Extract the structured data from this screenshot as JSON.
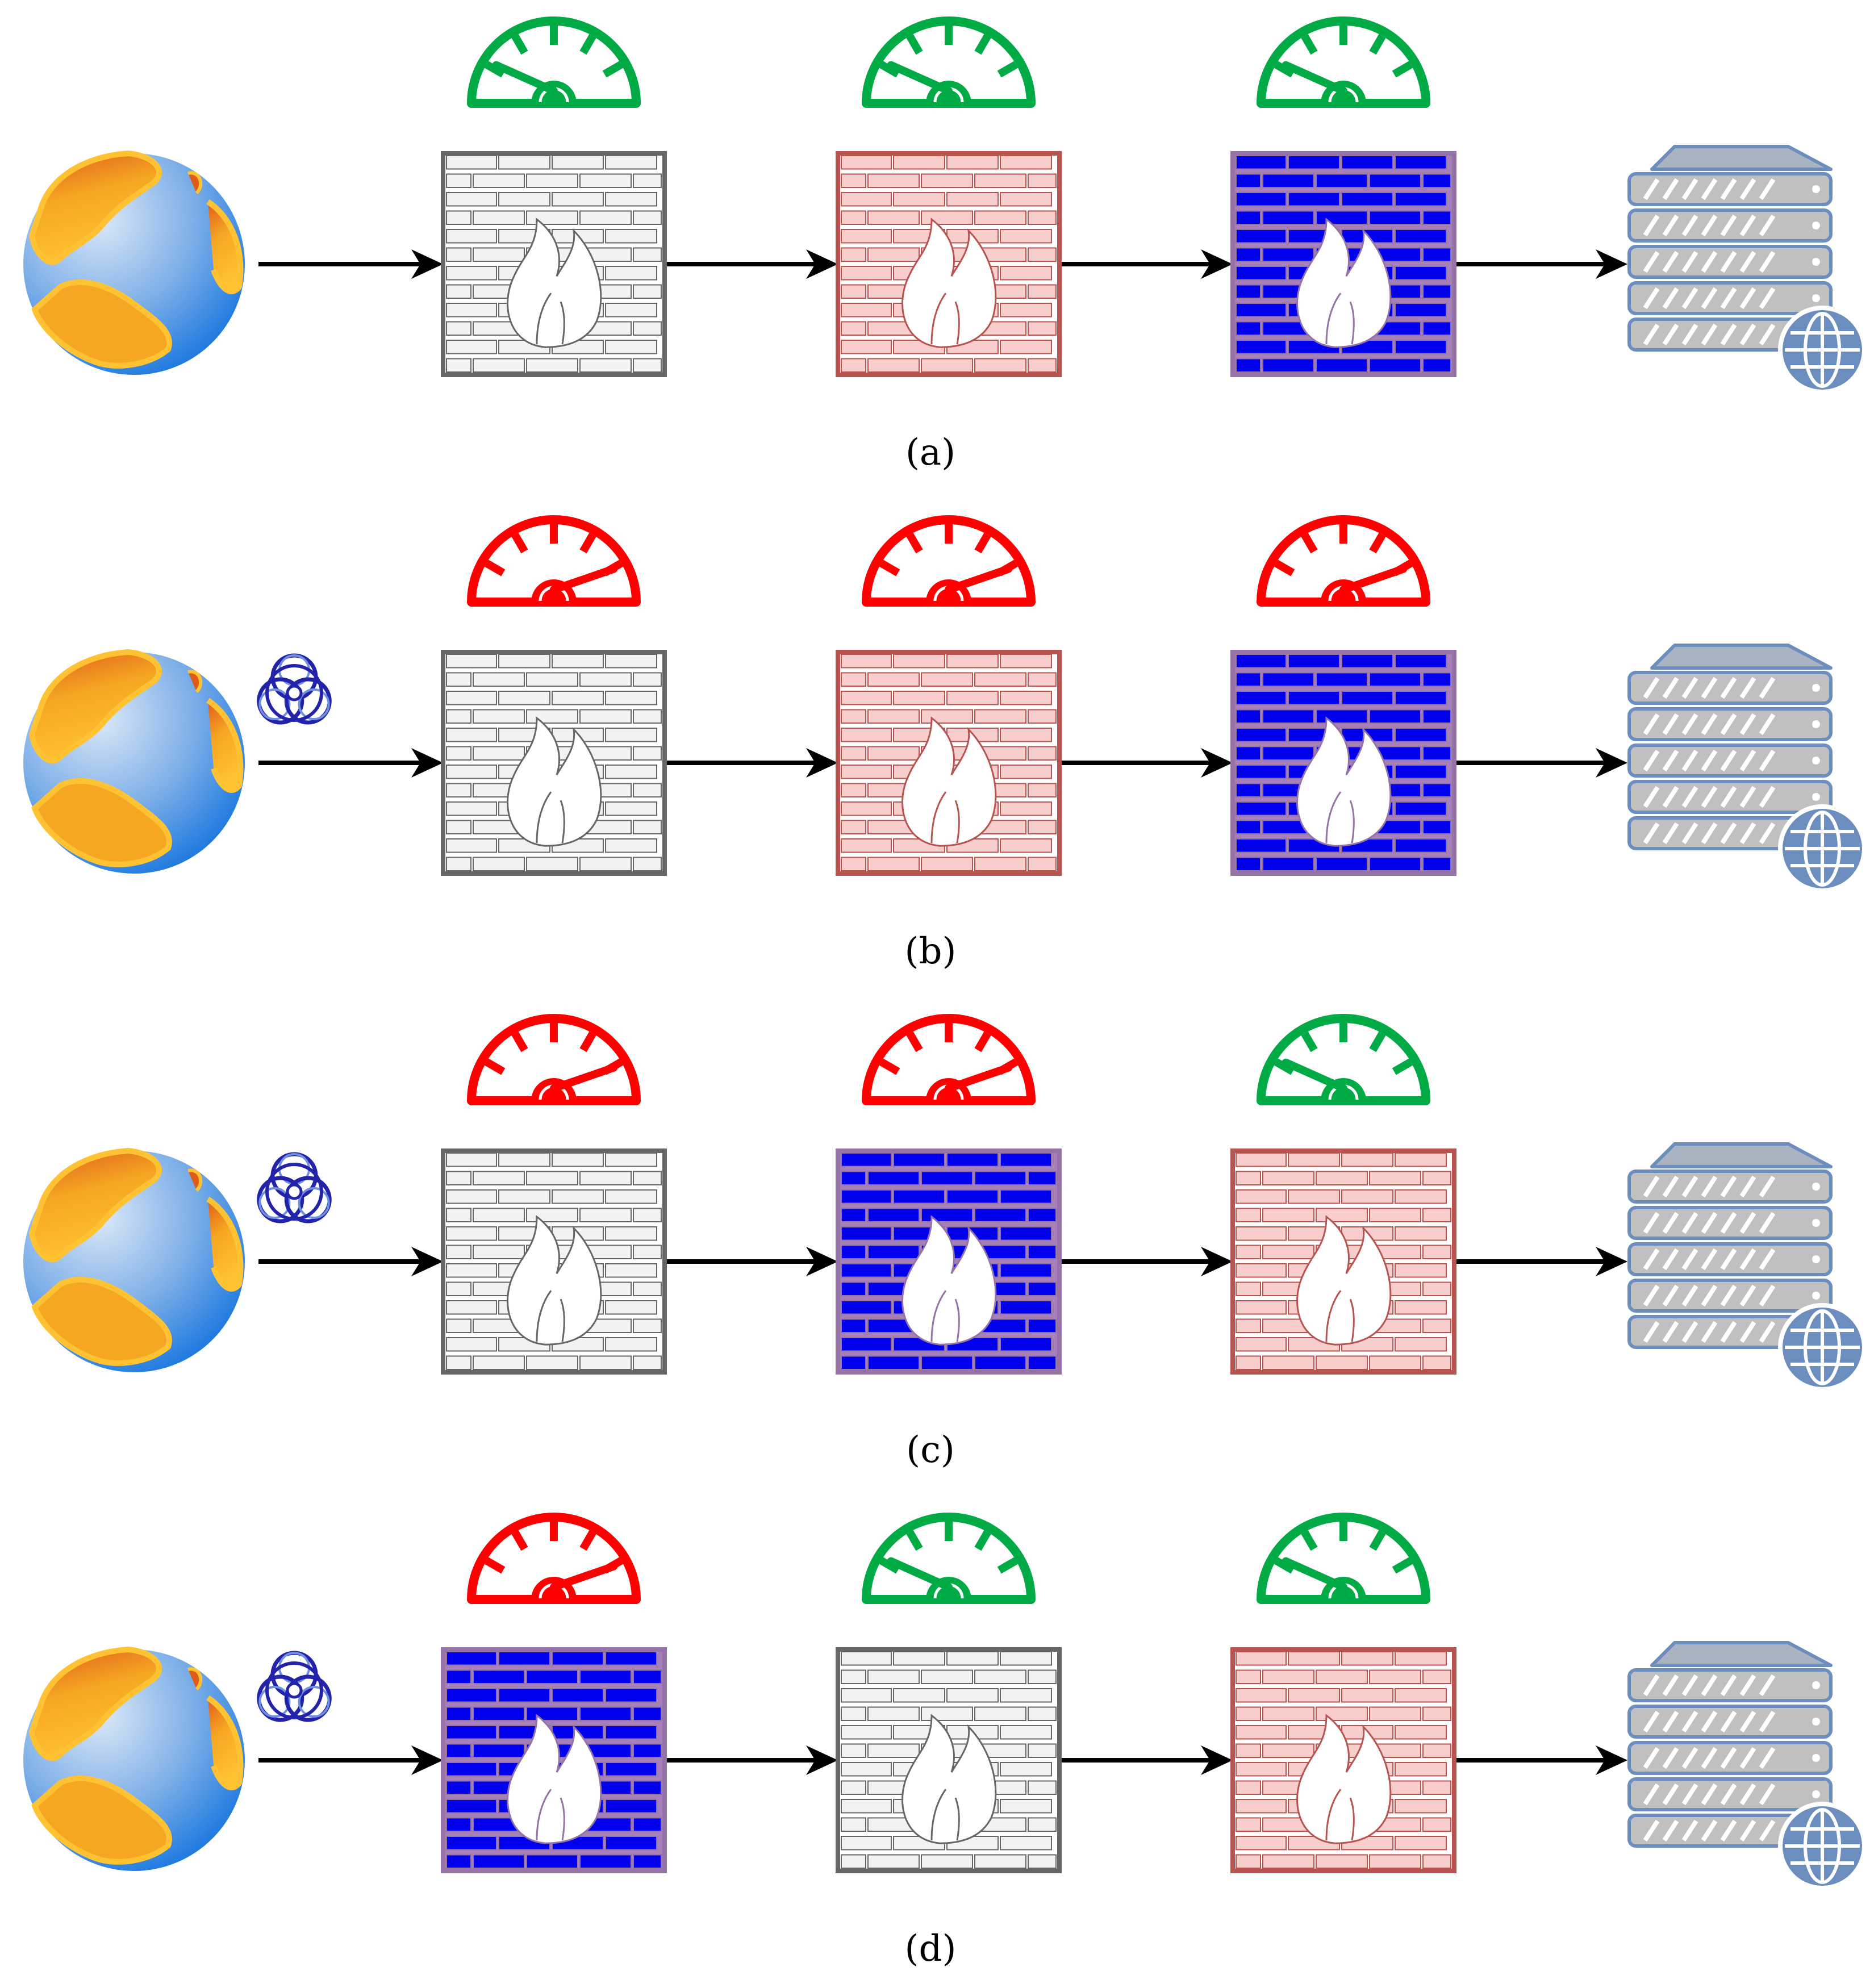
{
  "panels": [
    {
      "label": "(a)",
      "attack": false,
      "firewalls": [
        {
          "variant": "gray",
          "load": "low"
        },
        {
          "variant": "pink",
          "load": "low"
        },
        {
          "variant": "blue",
          "load": "low"
        }
      ]
    },
    {
      "label": "(b)",
      "attack": true,
      "firewalls": [
        {
          "variant": "gray",
          "load": "high"
        },
        {
          "variant": "pink",
          "load": "high"
        },
        {
          "variant": "blue",
          "load": "high"
        }
      ]
    },
    {
      "label": "(c)",
      "attack": true,
      "firewalls": [
        {
          "variant": "gray",
          "load": "high"
        },
        {
          "variant": "blue",
          "load": "high"
        },
        {
          "variant": "pink",
          "load": "low"
        }
      ]
    },
    {
      "label": "(d)",
      "attack": true,
      "firewalls": [
        {
          "variant": "blue",
          "load": "high"
        },
        {
          "variant": "gray",
          "load": "low"
        },
        {
          "variant": "pink",
          "load": "low"
        }
      ]
    }
  ],
  "icons": {
    "source": "globe-icon",
    "attack": "biohazard-icon",
    "firewall": "firewall-icon",
    "gauge": "gauge-icon",
    "target": "web-server-icon"
  },
  "colors": {
    "gauge_low": "#00aa44",
    "gauge_high": "#ff0000",
    "firewall_gray": {
      "fill": "#ffffff",
      "stroke": "#666666",
      "brick": "#f2f2f2"
    },
    "firewall_pink": {
      "fill": "#ffffff",
      "stroke": "#b85450",
      "brick": "#f8cecc"
    },
    "firewall_blue": {
      "fill": "#a680b8",
      "stroke": "#9673a6",
      "brick": "#0000ee"
    },
    "server": "#6c8ebf",
    "server_fill": "#c0c0c0",
    "biohazard": "#2222aa",
    "arrow": "#000000"
  }
}
